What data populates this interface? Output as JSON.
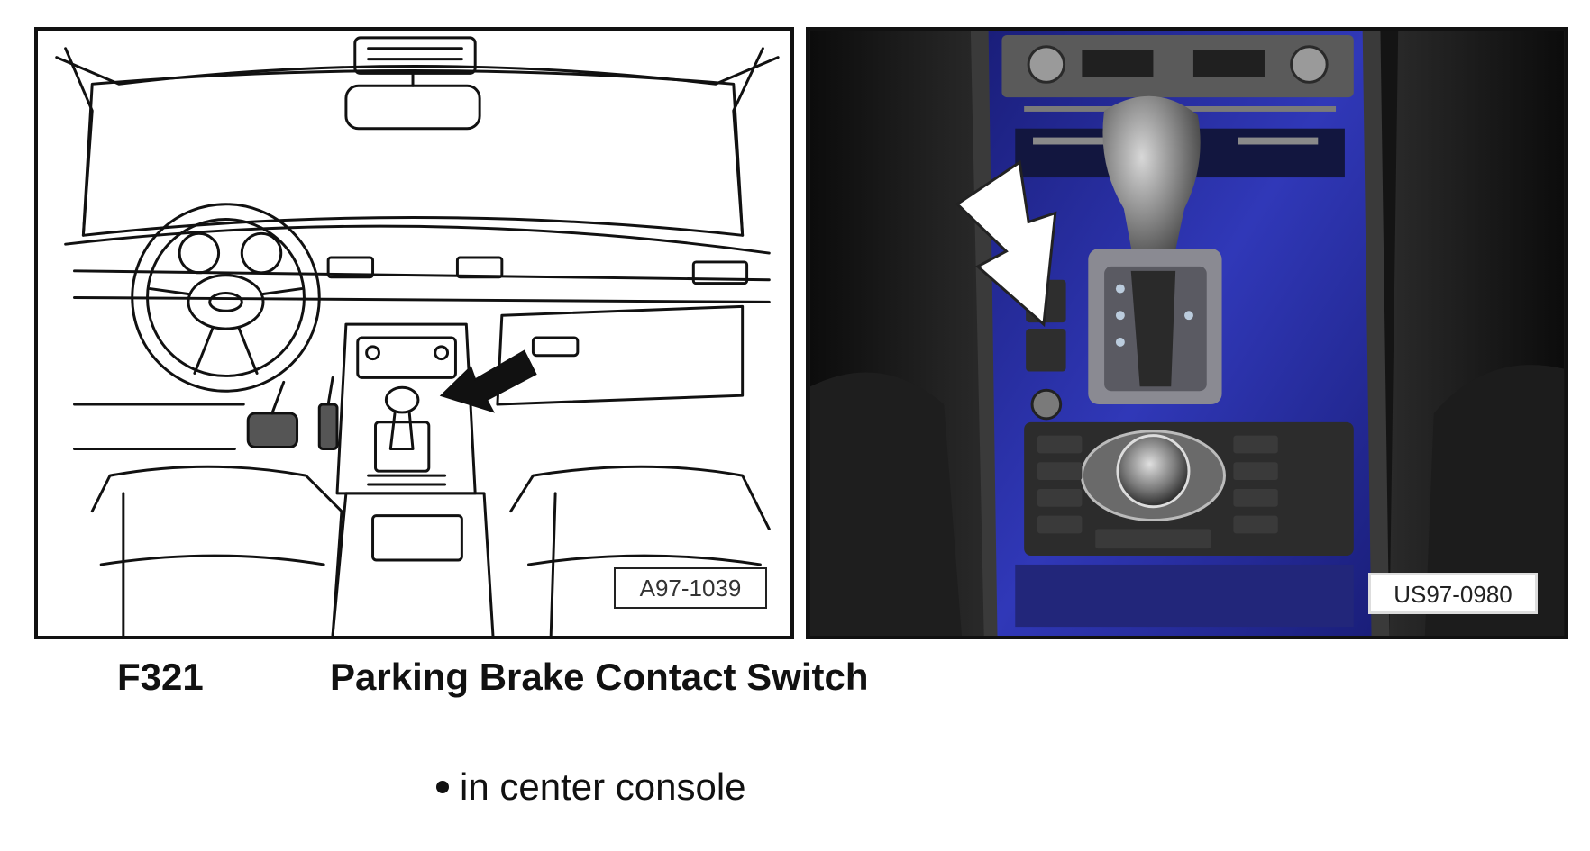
{
  "figures": {
    "left": {
      "label": "A97-1039",
      "kind": "line drawing of vehicle interior dashboard"
    },
    "right": {
      "label": "US97-0980",
      "kind": "photo of center console"
    }
  },
  "caption": {
    "code": "F321",
    "title": "Parking Brake Contact Switch"
  },
  "bullets": [
    "in center console"
  ],
  "colors": {
    "text": "#111111",
    "console_blue": "#2a2fa0",
    "background": "#ffffff"
  },
  "icons": {
    "left_pointer": "arrow-icon",
    "right_pointer": "arrow-icon"
  }
}
